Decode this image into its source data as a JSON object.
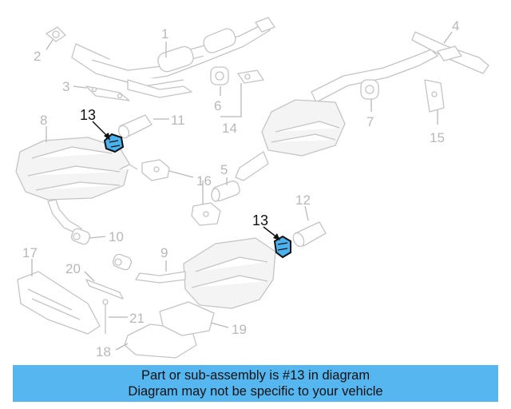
{
  "callouts": {
    "c1": "1",
    "c2": "2",
    "c3": "3",
    "c4": "4",
    "c5": "5",
    "c6": "6",
    "c7": "7",
    "c8": "8",
    "c9": "9",
    "c10": "10",
    "c11": "11",
    "c12": "12",
    "c13a": "13",
    "c13b": "13",
    "c14": "14",
    "c15": "15",
    "c16": "16",
    "c17": "17",
    "c18": "18",
    "c19": "19",
    "c20": "20",
    "c21": "21"
  },
  "highlight": {
    "part_number": "13",
    "color": "#4ab2ee"
  },
  "banner": {
    "line1": "Part or sub-assembly is #13 in diagram",
    "line2": "Diagram may not be specific to your vehicle",
    "background": "#55b6f0"
  }
}
